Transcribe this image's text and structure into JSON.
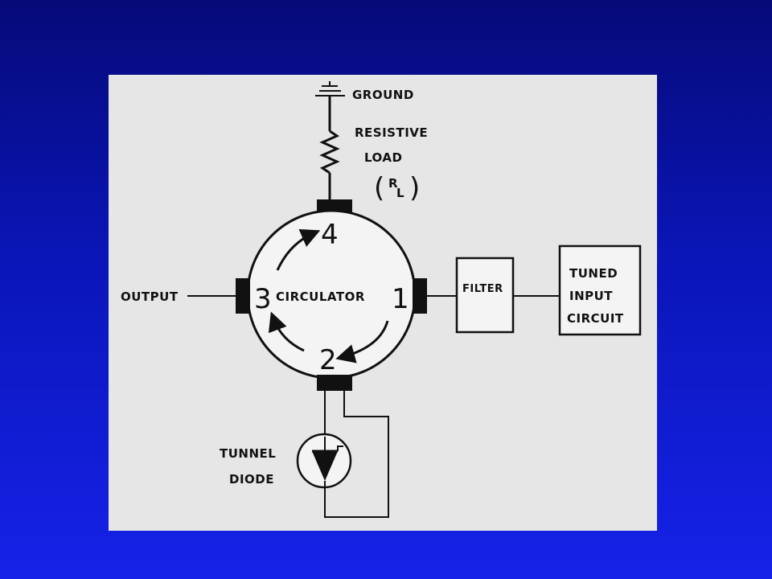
{
  "labels": {
    "ground": "GROUND",
    "resistive": "RESISTIVE",
    "load": "LOAD",
    "rl": "R",
    "rl_sub": "L",
    "circulator": "CIRCULATOR",
    "output": "OUTPUT",
    "filter": "FILTER",
    "tuned": "TUNED",
    "input": "INPUT",
    "circuit": "CIRCUIT",
    "tunnel": "TUNNEL",
    "diode": "DIODE"
  },
  "ports": {
    "p1": "1",
    "p2": "2",
    "p3": "3",
    "p4": "4"
  },
  "colors": {
    "slide_background": "#0a16b8",
    "diagram_background": "#e6e6e6",
    "ink": "#111111"
  }
}
